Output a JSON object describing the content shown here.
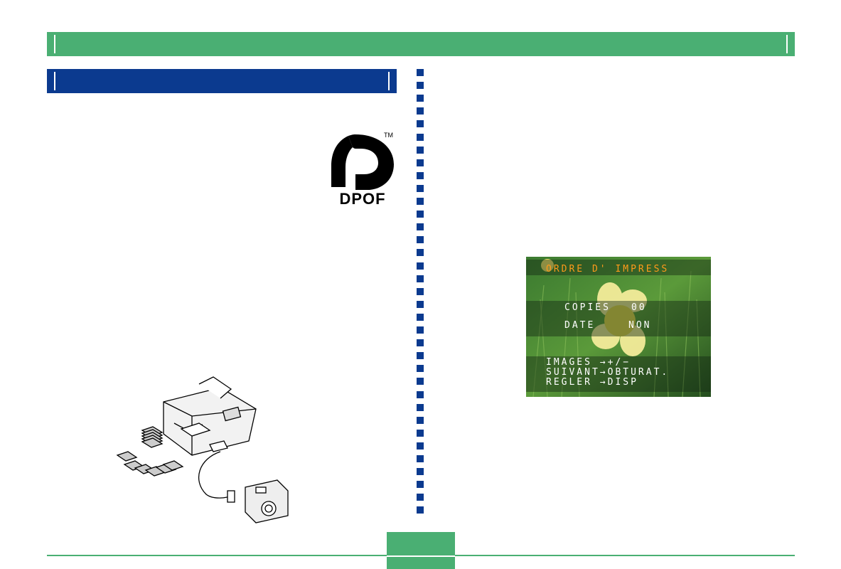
{
  "logo": {
    "text": "DPOF",
    "trademark": "TM"
  },
  "lcd": {
    "title": "ORDRE D' IMPRESS",
    "copies_label": "COPIES",
    "copies_value": "00",
    "date_label": "DATE",
    "date_value": "NON",
    "line_images": "IMAGES →+/−",
    "line_next": "SUIVANT→OBTURAT.",
    "line_set": "REGLER →DISP"
  },
  "footer": {
    "page_number": ""
  },
  "colors": {
    "green": "#4aaf73",
    "blue": "#0b3a8f"
  }
}
